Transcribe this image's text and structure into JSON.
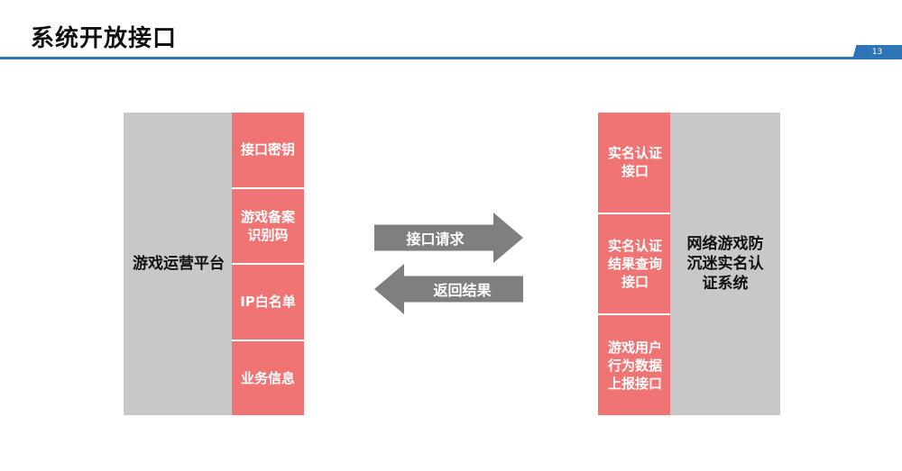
{
  "header": {
    "title": "系统开放接口",
    "page_number": "13"
  },
  "left": {
    "platform_label": "游戏运营平台",
    "items": [
      "接口密钥",
      "游戏备案识别码",
      "IP白名单",
      "业务信息"
    ]
  },
  "arrows": {
    "request": "接口请求",
    "response": "返回结果"
  },
  "right": {
    "system_label": "网络游戏防沉迷实名认证系统",
    "items": [
      "实名认证接口",
      "实名认证结果查询接口",
      "游戏用户行为数据上报接口"
    ]
  },
  "colors": {
    "accent_blue": "#2e75b6",
    "cell_red": "#f07474",
    "panel_gray": "#c8c8c8",
    "arrow_gray": "#7f7f7f"
  }
}
